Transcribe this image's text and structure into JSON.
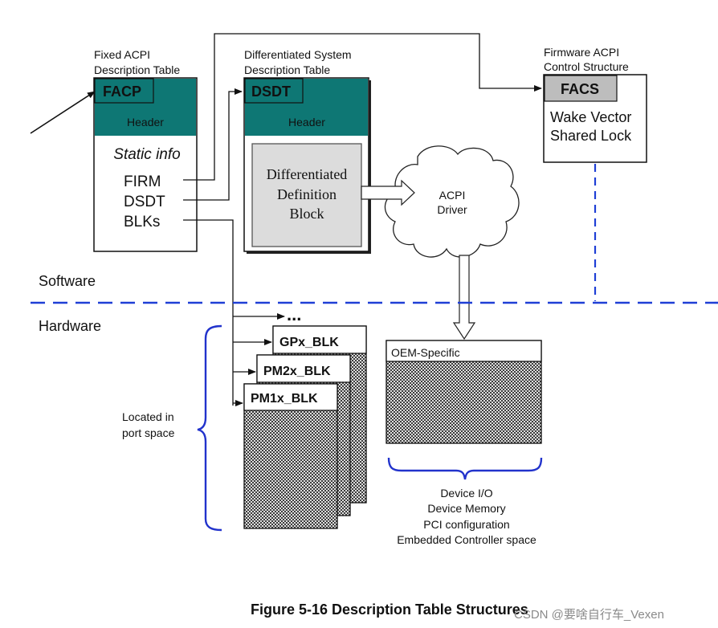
{
  "colors": {
    "teal": "#0e7774",
    "header_gray": "#bdbdbd",
    "hardware_line": "#1f3fd6",
    "brace": "#2233cc",
    "block_fill": "#dcdcdc"
  },
  "facp": {
    "caption_line1": "Fixed ACPI",
    "caption_line2": "Description Table",
    "tag": "FACP",
    "header": "Header",
    "static_info": "Static info",
    "field_firm": "FIRM",
    "field_dsdt": "DSDT",
    "field_blks": "BLKs"
  },
  "dsdt": {
    "caption_line1": "Differentiated System",
    "caption_line2": "Description Table",
    "tag": "DSDT",
    "header": "Header",
    "block_line1": "Differentiated",
    "block_line2": "Definition",
    "block_line3": "Block"
  },
  "facs": {
    "caption_line1": "Firmware ACPI",
    "caption_line2": "Control Structure",
    "tag": "FACS",
    "line1": "Wake Vector",
    "line2": "Shared Lock"
  },
  "driver": {
    "line1": "ACPI",
    "line2": "Driver"
  },
  "regions": {
    "software": "Software",
    "hardware": "Hardware"
  },
  "blocks": {
    "more": "...",
    "gpx": "GPx_BLK",
    "pm2x": "PM2x_BLK",
    "pm1x": "PM1x_BLK",
    "located_line1": "Located in",
    "located_line2": "port space"
  },
  "oem": {
    "label": "OEM-Specific",
    "desc_line1": "Device I/O",
    "desc_line2": "Device Memory",
    "desc_line3": "PCI configuration",
    "desc_line4": "Embedded Controller space"
  },
  "figure": {
    "caption": "Figure 5-16 Description Table Structures",
    "watermark": "CSDN @要啥自行车_Vexen"
  }
}
